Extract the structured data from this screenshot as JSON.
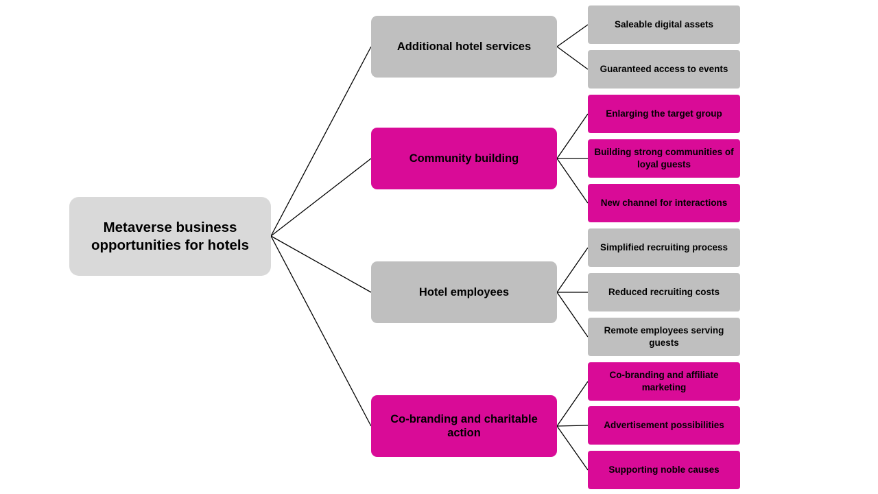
{
  "colors": {
    "grey": "#bfbfbf",
    "root_grey": "#d9d9d9",
    "pink": "#d90b97",
    "line": "#000000"
  },
  "root": {
    "label": "Metaverse business opportunities for hotels"
  },
  "branches": [
    {
      "label": "Additional hotel services",
      "color": "grey",
      "children": [
        "Saleable digital assets",
        "Guaranteed access to events"
      ]
    },
    {
      "label": "Community building",
      "color": "pink",
      "children": [
        "Enlarging the target group",
        "Building strong communities of loyal guests",
        "New channel for interactions"
      ]
    },
    {
      "label": "Hotel employees",
      "color": "grey",
      "children": [
        "Simplified recruiting process",
        "Reduced recruiting costs",
        "Remote employees serving guests"
      ]
    },
    {
      "label": "Co-branding and charitable action",
      "color": "pink",
      "children": [
        "Co-branding and affiliate marketing",
        "Advertisement possibilities",
        "Supporting noble causes"
      ]
    }
  ]
}
